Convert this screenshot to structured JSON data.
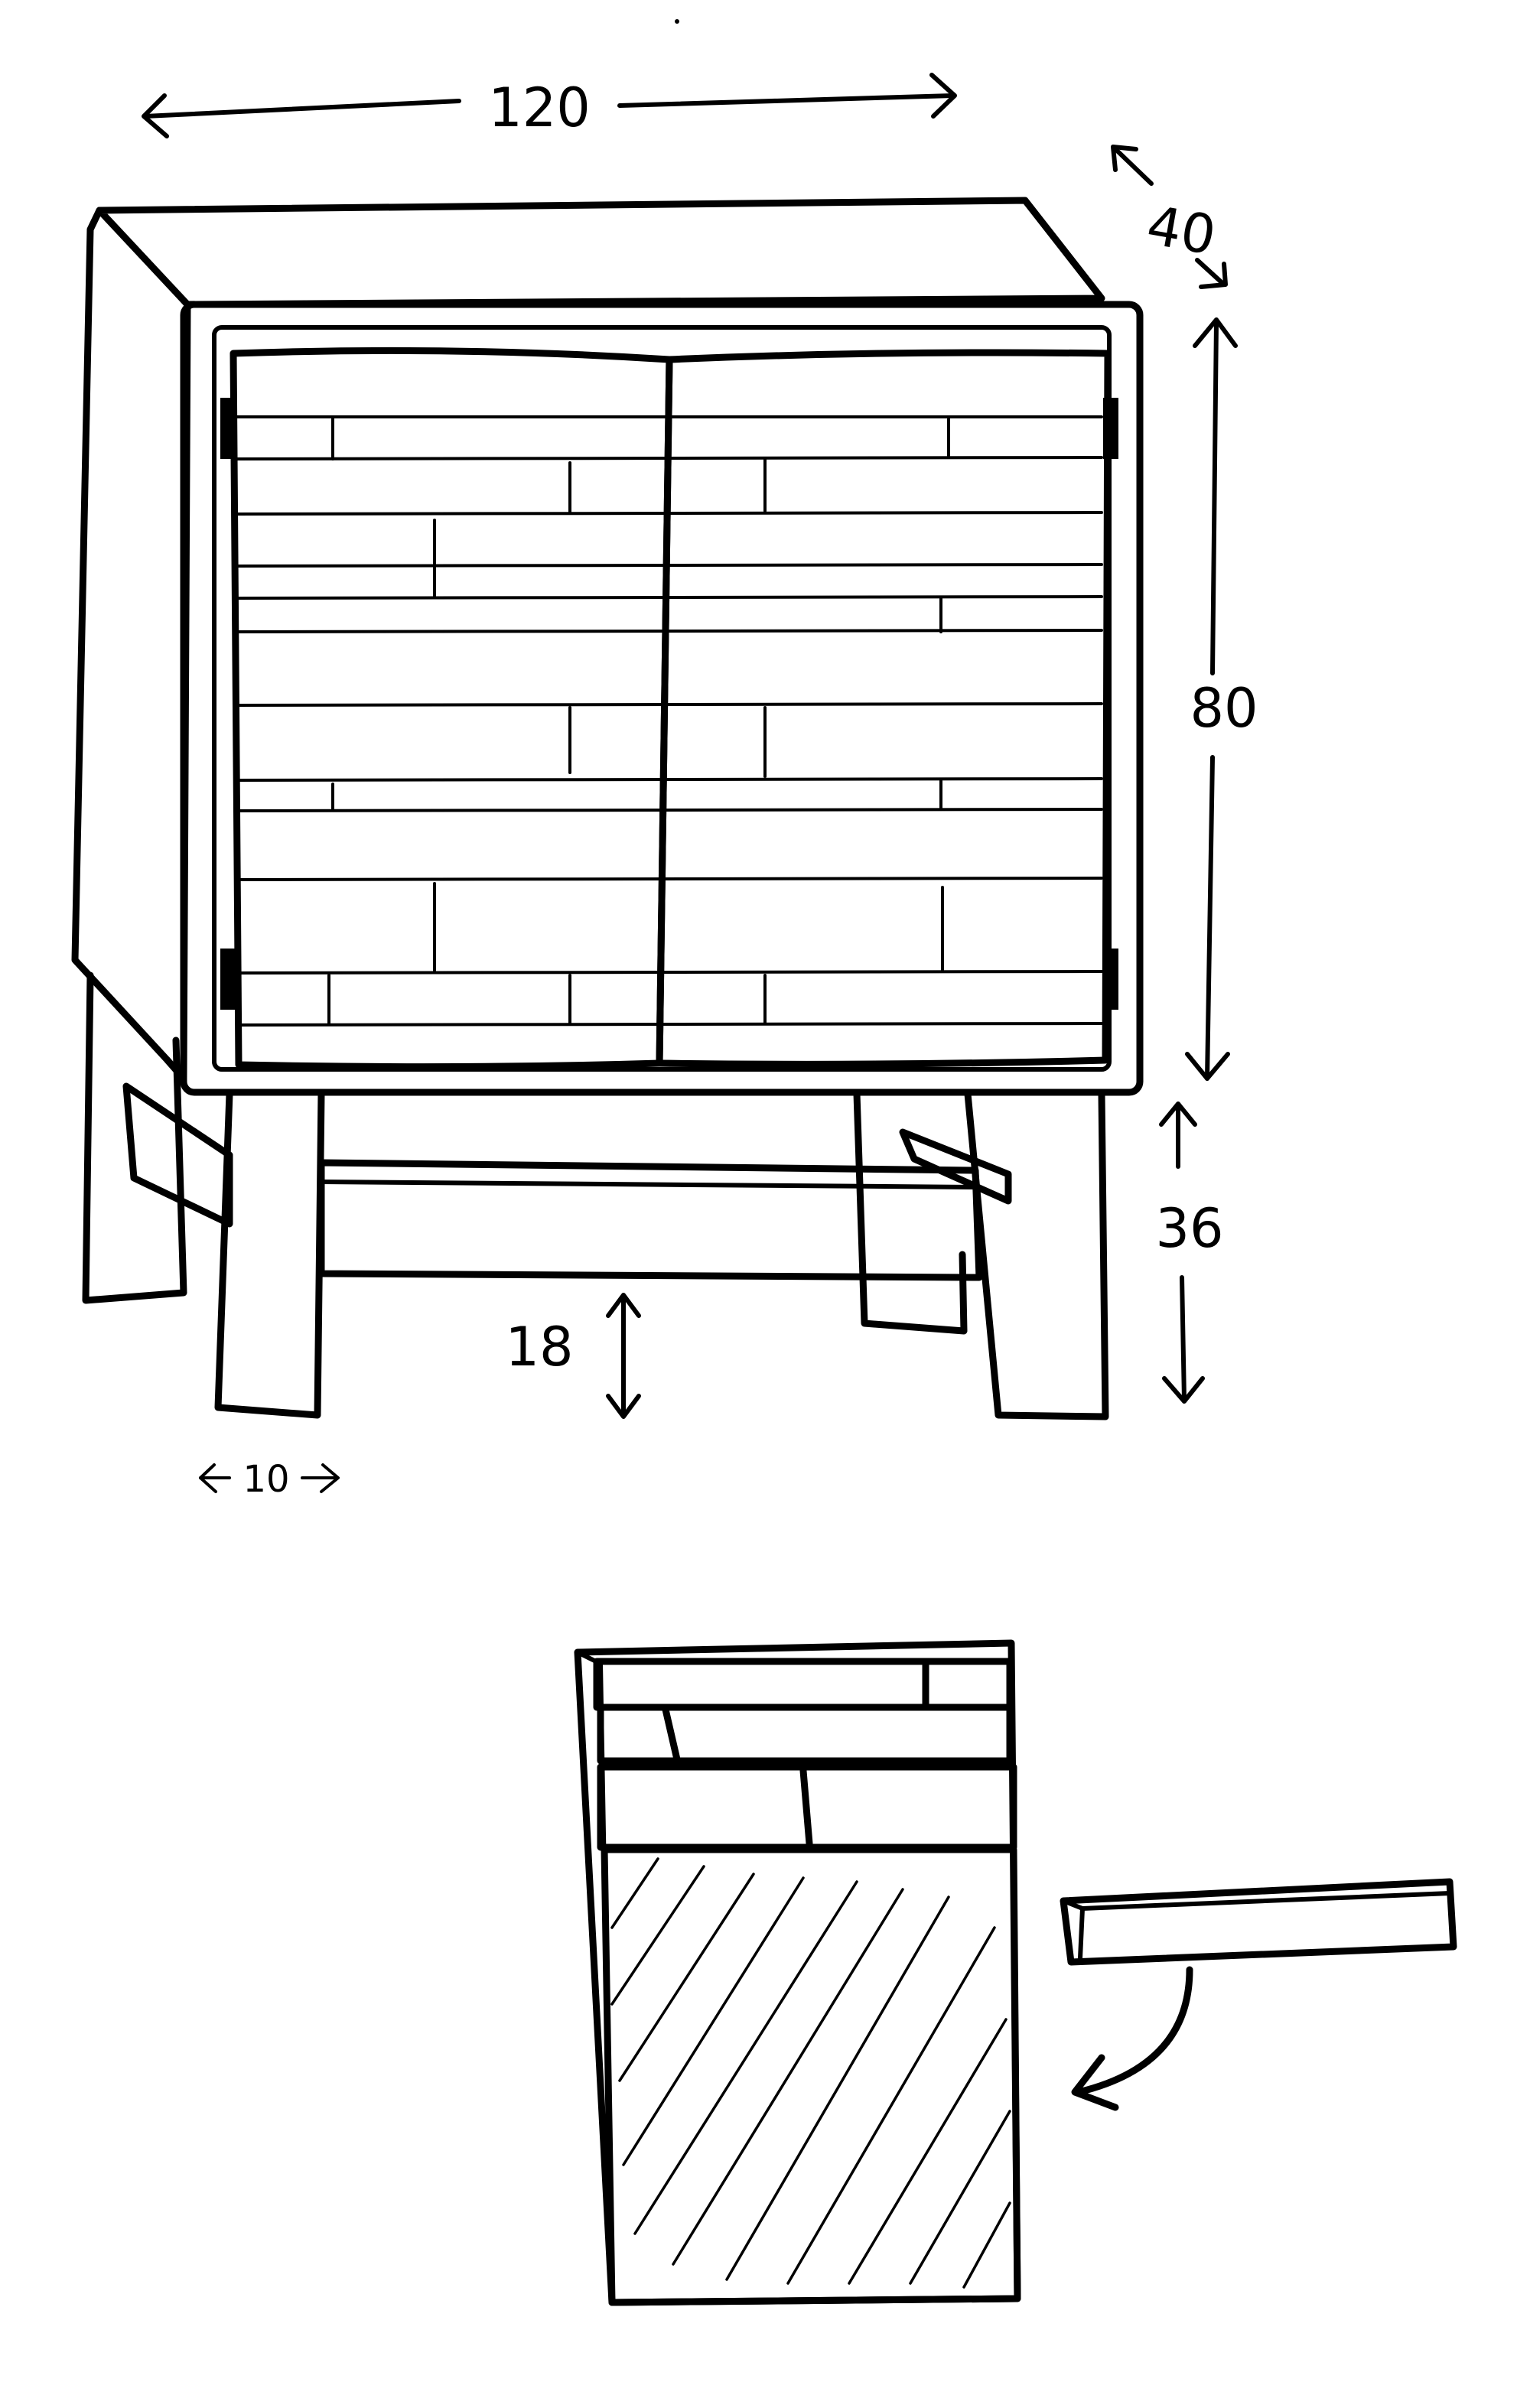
{
  "dimensions": {
    "width": "120",
    "depth": "40",
    "cabinet_height": "80",
    "leg_height": "36",
    "rail_height": "18",
    "leg_width": "10"
  },
  "colors": {
    "ink": "#000000",
    "paper": "#ffffff"
  }
}
